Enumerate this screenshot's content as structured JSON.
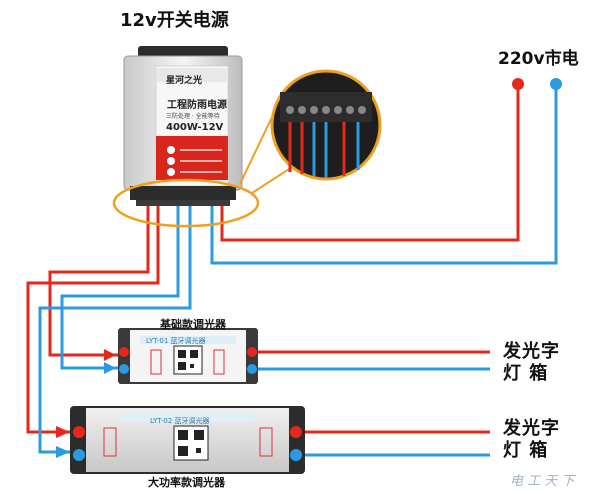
{
  "title": "12v开关电源",
  "mains_label": "220v市电",
  "power_supply": {
    "brand": "星河之光",
    "name": "工程防雨电源",
    "subtitle": "三防处理 · 全能等待",
    "rating": "400W-12V"
  },
  "dimmer_basic": {
    "label": "基础款调光器",
    "model": "LYT-01 蓝牙调光器"
  },
  "dimmer_high_power": {
    "label": "大功率款调光器",
    "model": "LYT-02 蓝牙调光器"
  },
  "sign_labels": [
    {
      "line1": "发光字",
      "line2": "灯 箱"
    },
    {
      "line1": "发光字",
      "line2": "灯 箱"
    }
  ],
  "watermark": "电 工 天 下",
  "colors": {
    "red_wire": "#e5281b",
    "blue_wire": "#2a9be0",
    "highlight": "#f0a020"
  }
}
